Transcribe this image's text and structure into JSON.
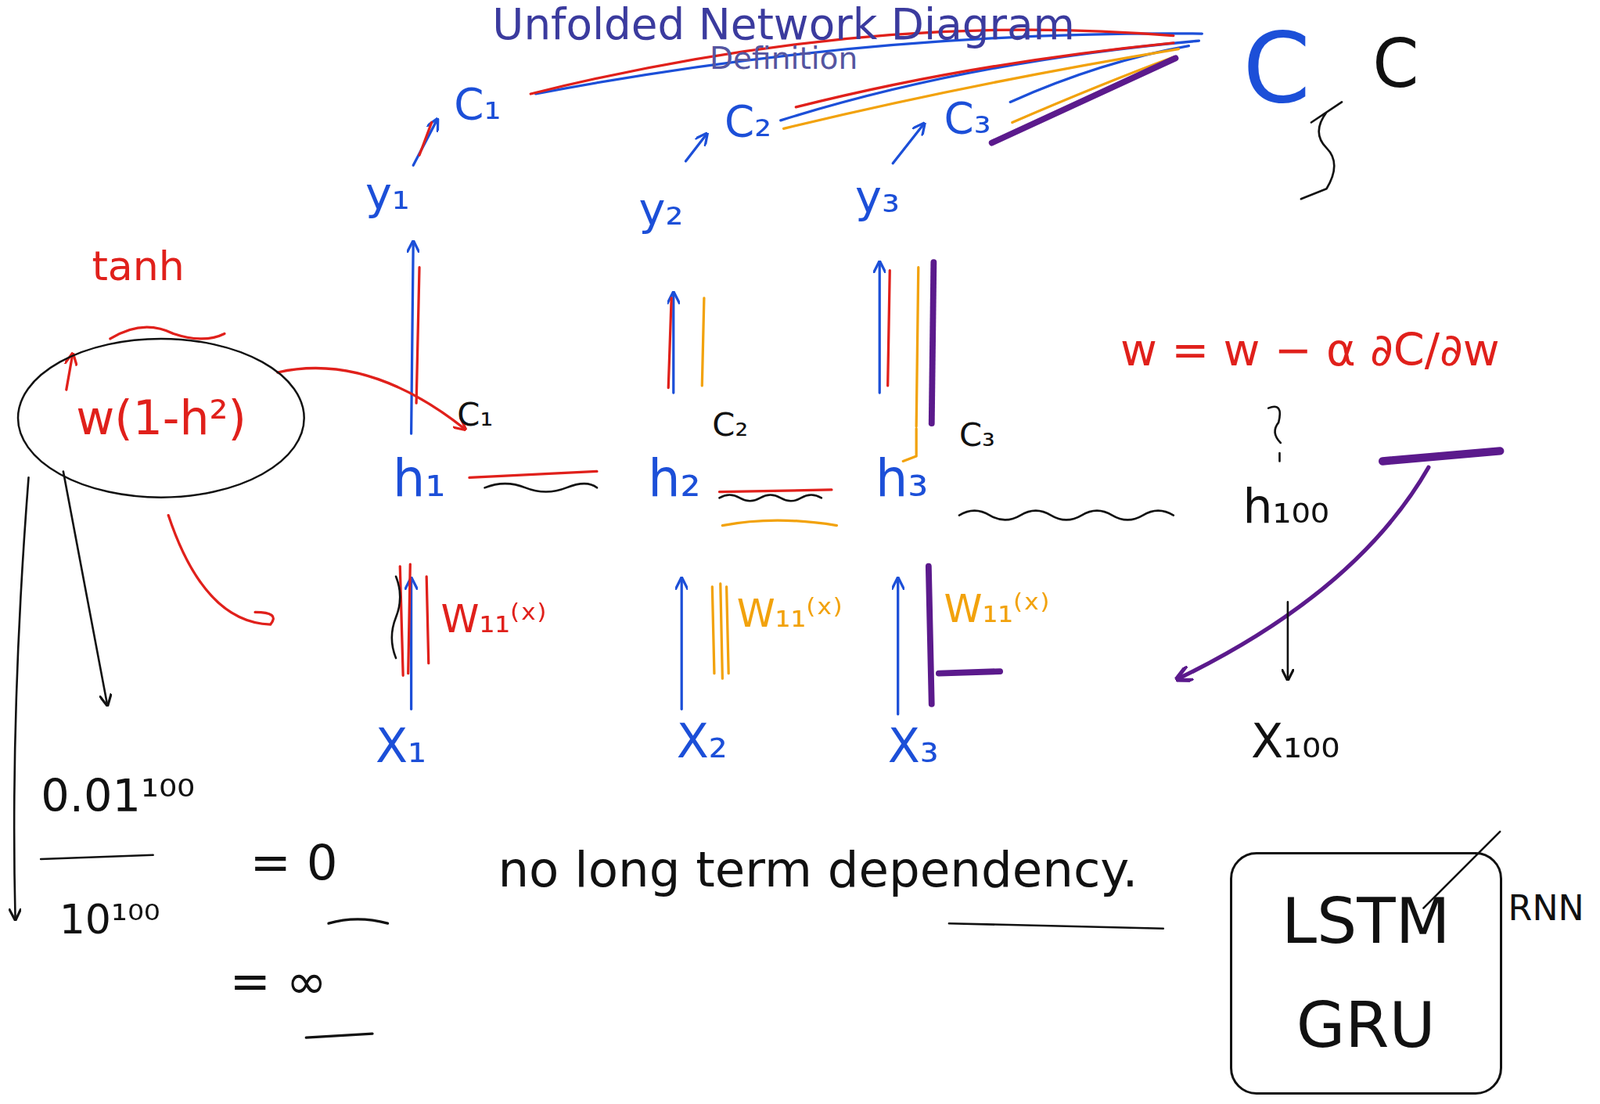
{
  "diagram": {
    "title": "Unfolded Network Diagram",
    "nodes": [
      {
        "text": [
          "w(1-h²)"
        ]
      },
      {
        "text": [
          "LSTM",
          "GRU"
        ]
      }
    ],
    "labels": [
      "Definition",
      "C₁",
      "C₂",
      "C₃",
      "C",
      "C",
      "y₁",
      "y₂",
      "y₃",
      "C₁",
      "h₁",
      "C₂",
      "h₂",
      "C₃",
      "h₃",
      "h₁₀₀",
      "W₁₁⁽ˣ⁾",
      "W₁₁⁽ˣ⁾",
      "W₁₁⁽ˣ⁾",
      "X₁",
      "X₂",
      "X₃",
      "X₁₀₀",
      "tanh",
      "w = w − α ∂C/∂w",
      "0.01¹⁰⁰",
      "= 0",
      "10¹⁰⁰",
      "= ∞",
      "no long term dependency.",
      "RNN"
    ]
  }
}
